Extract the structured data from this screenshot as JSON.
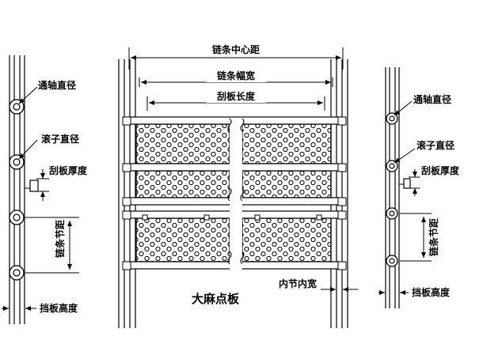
{
  "labels": {
    "chain_center_distance": "链条中心距",
    "chain_width": "链条幅宽",
    "scraper_length": "刮板长度",
    "shaft_diameter_left": "通轴直径",
    "roller_diameter_left": "滚子直径",
    "scraper_thickness_left": "刮板厚度",
    "chain_pitch_left": "链条节距",
    "baffle_height_left": "挡板高度",
    "shaft_diameter_right": "通轴直径",
    "roller_diameter_right": "滚子直径",
    "scraper_thickness_right": "刮板厚度",
    "chain_pitch_right": "链条节距",
    "baffle_height_right": "挡板高度",
    "inner_link_width": "内节内宽",
    "title": "大麻点板"
  },
  "colors": {
    "stroke": "#000000",
    "background": "#ffffff"
  }
}
